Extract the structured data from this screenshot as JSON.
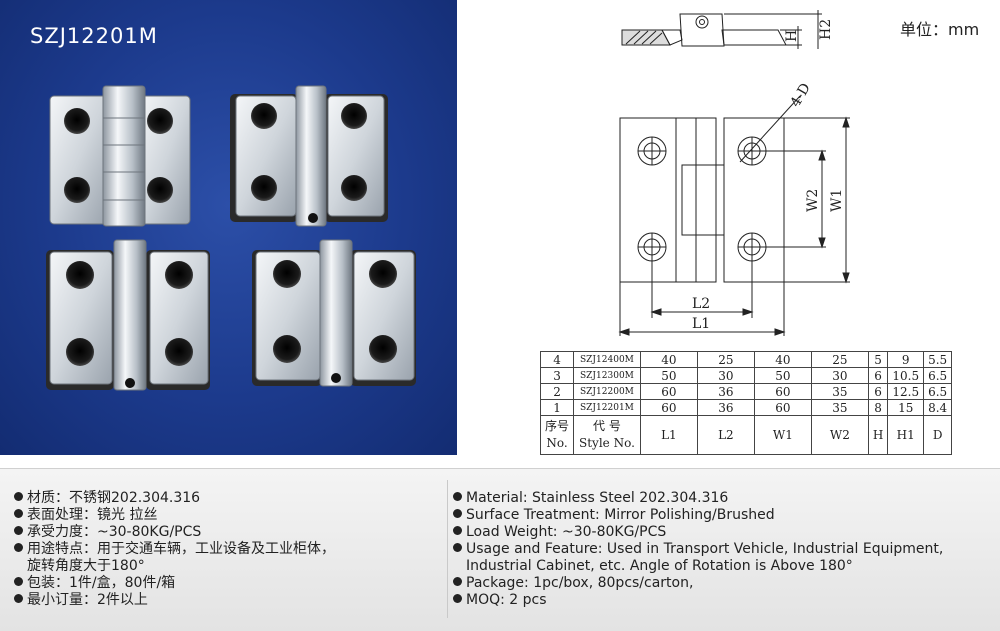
{
  "model": "SZJ12201M",
  "unit_label": "单位：mm",
  "drawing_labels": {
    "h": "H",
    "h2": "H2",
    "d": "4-D",
    "w1": "W1",
    "w2": "W2",
    "l1": "L1",
    "l2": "L2"
  },
  "spec_table": {
    "header": {
      "no_cn": "序号",
      "no_en": "No.",
      "code_cn": "代 号",
      "code_en": "Style No.",
      "l1": "L1",
      "l2": "L2",
      "w1": "W1",
      "w2": "W2",
      "h": "H",
      "h1": "H1",
      "d": "D"
    },
    "rows": [
      {
        "no": "4",
        "code": "SZJ12400M",
        "l1": "40",
        "l2": "25",
        "w1": "40",
        "w2": "25",
        "h": "5",
        "h1": "9",
        "d": "5.5"
      },
      {
        "no": "3",
        "code": "SZJ12300M",
        "l1": "50",
        "l2": "30",
        "w1": "50",
        "w2": "30",
        "h": "6",
        "h1": "10.5",
        "d": "6.5"
      },
      {
        "no": "2",
        "code": "SZJ12200M",
        "l1": "60",
        "l2": "36",
        "w1": "60",
        "w2": "35",
        "h": "6",
        "h1": "12.5",
        "d": "6.5"
      },
      {
        "no": "1",
        "code": "SZJ12201M",
        "l1": "60",
        "l2": "36",
        "w1": "60",
        "w2": "35",
        "h": "8",
        "h1": "15",
        "d": "8.4"
      }
    ]
  },
  "specs_cn": {
    "material": "材质：不锈钢202.304.316",
    "surface": "表面处理：镜光 拉丝",
    "load": "承受力度：~30-80KG/PCS",
    "usage_1": "用途特点：用于交通车辆，工业设备及工业柜体，",
    "usage_2": "旋转角度大于180°",
    "package": "包装：1件/盒，80件/箱",
    "moq": "最小订量：2件以上"
  },
  "specs_en": {
    "material": "Material: Stainless Steel 202.304.316",
    "surface": "Surface Treatment: Mirror Polishing/Brushed",
    "load": "Load Weight: ~30-80KG/PCS",
    "usage_1": "Usage and Feature: Used in Transport Vehicle, Industrial Equipment,",
    "usage_2": "Industrial Cabinet, etc. Angle of Rotation is Above 180°",
    "package": "Package: 1pc/box, 80pcs/carton,",
    "moq": "MOQ: 2 pcs"
  },
  "colors": {
    "panel_blue": "#1f3f94",
    "metal_light": "#e8ecf0",
    "metal_dark": "#8f98a2",
    "hole": "#1a1a1a"
  }
}
